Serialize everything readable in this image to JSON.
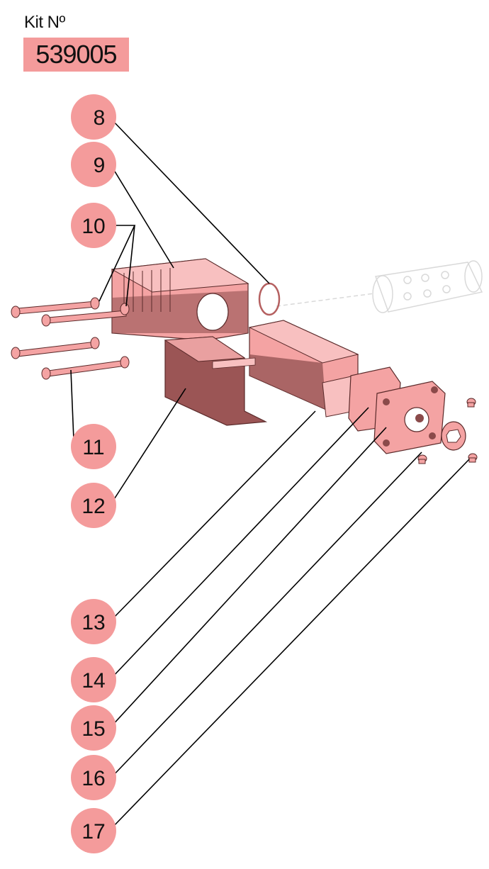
{
  "kit": {
    "label": "Kit Nº",
    "number": "539005"
  },
  "colors": {
    "balloon": "#f49b9b",
    "part_fill": "#f4a3a3",
    "part_dark": "#8a4a4a",
    "line": "#000000",
    "ghost": "#d9d9d9"
  },
  "callouts": [
    {
      "id": "8",
      "label": "8"
    },
    {
      "id": "9",
      "label": "9"
    },
    {
      "id": "10",
      "label": "10"
    },
    {
      "id": "11",
      "label": "11"
    },
    {
      "id": "12",
      "label": "12"
    },
    {
      "id": "13",
      "label": "13"
    },
    {
      "id": "14",
      "label": "14"
    },
    {
      "id": "15",
      "label": "15"
    },
    {
      "id": "16",
      "label": "16"
    },
    {
      "id": "17",
      "label": "17"
    }
  ]
}
